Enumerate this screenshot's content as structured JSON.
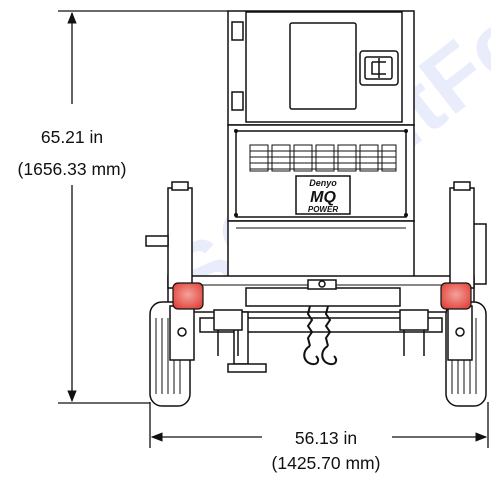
{
  "dimensions": {
    "height": {
      "imperial": "65.21 in",
      "metric": "(1656.33 mm)"
    },
    "width": {
      "imperial": "56.13 in",
      "metric": "(1425.70 mm)"
    }
  },
  "logo": {
    "line1": "Denyo",
    "line2": "MQ",
    "line3": "POWER"
  },
  "watermark": "SCountFo",
  "colors": {
    "line": "#111111",
    "tail_light": "#e0473e",
    "tail_light_glow": "#f4a19b",
    "watermark": "#96aaeb"
  }
}
